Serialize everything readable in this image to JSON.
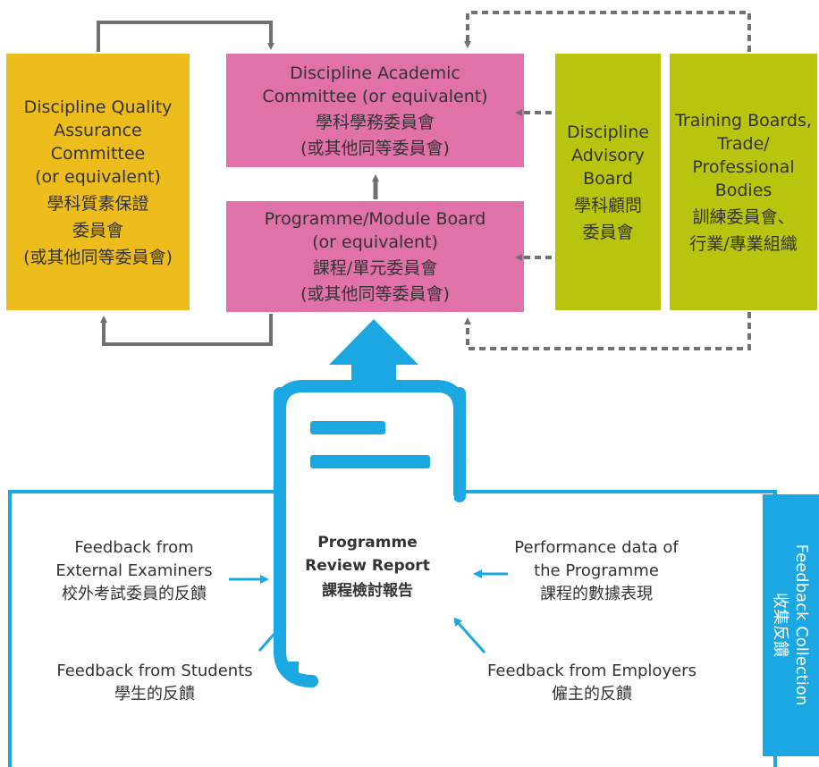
{
  "colors": {
    "yellow": "#edbd1e",
    "pink": "#e072a9",
    "olive": "#b8c40e",
    "blue": "#1ba8e2",
    "arrow_gray": "#707070"
  },
  "boxes": {
    "quality_assurance": {
      "lines": [
        "Discipline Quality",
        "Assurance",
        "Committee",
        "(or equivalent)",
        "學科質素保證",
        "委員會",
        "(或其他同等委員會)"
      ]
    },
    "academic_committee": {
      "lines": [
        "Discipline Academic",
        "Committee (or equivalent)",
        "學科學務委員會",
        "(或其他同等委員會)"
      ]
    },
    "programme_board": {
      "lines": [
        "Programme/Module Board",
        "(or equivalent)",
        "課程/單元委員會",
        "(或其他同等委員會)"
      ]
    },
    "advisory_board": {
      "lines": [
        "Discipline",
        "Advisory",
        "Board",
        "學科顧問",
        "委員會"
      ]
    },
    "training_boards": {
      "lines": [
        "Training Boards,",
        "Trade/",
        "Professional",
        "Bodies",
        "訓練委員會、",
        "行業/專業組織"
      ]
    }
  },
  "report": {
    "lines": [
      "Programme",
      "Review Report",
      "課程檢討報告"
    ]
  },
  "feedback": {
    "external_examiners": [
      "Feedback from",
      "External Examiners",
      "校外考試委員的反饋"
    ],
    "performance_data": [
      "Performance data of",
      "the Programme",
      "課程的數據表現"
    ],
    "students": [
      "Feedback from Students",
      "學生的反饋"
    ],
    "employers": [
      "Feedback from Employers",
      "僱主的反饋"
    ]
  },
  "collection_tab": {
    "lines": [
      "Feedback Collection",
      "收集反饋"
    ]
  }
}
